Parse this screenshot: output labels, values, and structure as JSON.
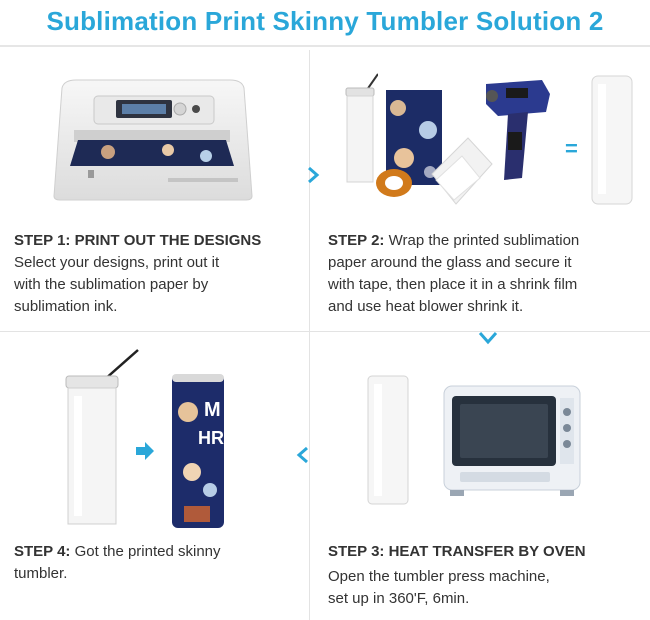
{
  "title": "Sublimation Print Skinny Tumbler Solution 2",
  "colors": {
    "accent": "#2aa7d9",
    "text": "#333333",
    "divider": "#e3e3e3"
  },
  "steps": [
    {
      "label": "STEP 1:",
      "heading": "PRINT OUT THE DESIGNS",
      "body_lines": [
        "Select your designs, print out it",
        "with the sublimation paper by",
        "sublimation ink."
      ]
    },
    {
      "label": "STEP 2:",
      "body_lines": [
        "Wrap the printed sublimation",
        "paper around the glass and secure it",
        "with tape, then place it in a shrink film",
        "and use heat blower shrink it."
      ]
    },
    {
      "label": "STEP 3:",
      "heading": "HEAT TRANSFER BY OVEN",
      "body_lines": [
        "Open the tumbler press machine,",
        "set up in 360'F, 6min."
      ]
    },
    {
      "label": "STEP 4:",
      "body_lines": [
        "Got the printed skinny",
        "tumbler."
      ]
    }
  ],
  "step2_equals": "=",
  "printed_tumbler_text": [
    "M",
    "HR"
  ],
  "icons": [
    "printer-icon",
    "tumbler-icon",
    "tape-icon",
    "heat-gun-icon",
    "oven-icon",
    "arrow-right-icon",
    "chevron-right-icon",
    "chevron-down-icon",
    "chevron-left-icon"
  ]
}
